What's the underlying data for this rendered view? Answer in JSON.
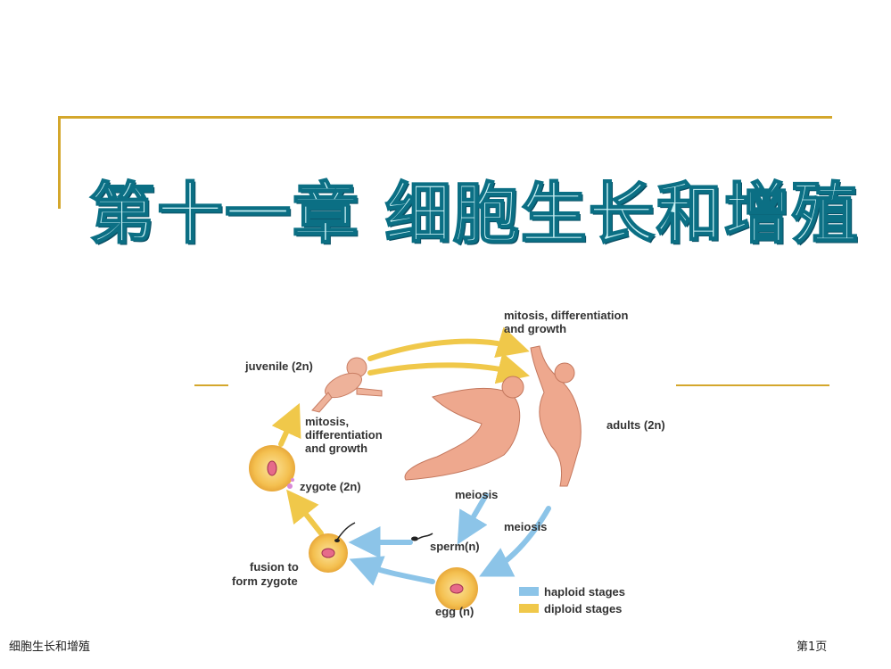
{
  "slide": {
    "title": "第十一章 细胞生长和增殖",
    "footer_left": "细胞生长和增殖",
    "footer_right": "第1页"
  },
  "diagram": {
    "labels": {
      "top": [
        "mitosis, differentiation",
        "and growth"
      ],
      "juvenile": "juvenile (2n)",
      "adults": "adults (2n)",
      "left_mitosis": [
        "mitosis,",
        "differentiation",
        "and growth"
      ],
      "zygote": "zygote (2n)",
      "meiosis_1": "meiosis",
      "meiosis_2": "meiosis",
      "sperm": "sperm(n)",
      "fusion": [
        "fusion to",
        "form zygote"
      ],
      "egg": "egg (n)"
    },
    "legend": [
      {
        "label": "haploid stages",
        "color": "#8cc4e8"
      },
      {
        "label": "diploid stages",
        "color": "#f0c84a"
      }
    ]
  }
}
